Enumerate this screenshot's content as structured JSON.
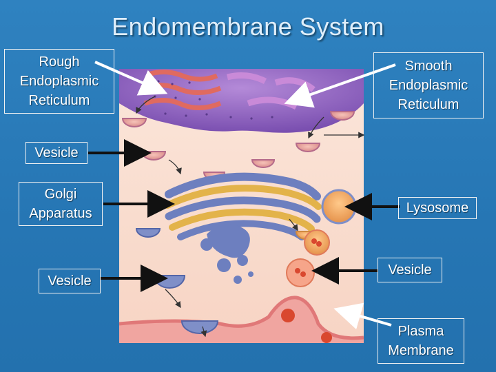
{
  "title": "Endomembrane System",
  "labels": {
    "rough_er": "Rough Endoplasmic Reticulum",
    "smooth_er": "Smooth Endoplasmic Reticulum",
    "vesicle_top": "Vesicle",
    "golgi": "Golgi Apparatus",
    "lysosome": "Lysosome",
    "vesicle_left": "Vesicle",
    "vesicle_right": "Vesicle",
    "plasma_membrane": "Plasma Membrane"
  },
  "colors": {
    "background": "#2a7ab8",
    "cytoplasm": "#fbe1d4",
    "er": "#9b6fc8",
    "golgi": "#e3b34a",
    "vesicle": "#6d7fbf",
    "lysosome": "#f28a5a"
  }
}
